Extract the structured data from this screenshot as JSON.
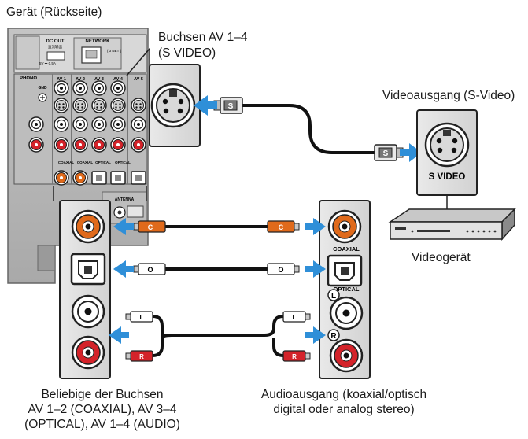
{
  "labels": {
    "device_rear": "Gerät (Rückseite)",
    "jacks_line1": "Buchsen AV 1–4",
    "jacks_line2": "(S VIDEO)",
    "video_out": "Videoausgang (S-Video)",
    "video_device": "Videogerät",
    "any_jacks_line1": "Beliebige der Buchsen",
    "any_jacks_line2": "AV 1–2 (COAXIAL), AV 3–4",
    "any_jacks_line3": "(OPTICAL), AV 1–4 (AUDIO)",
    "audio_out_line1": "Audioausgang (koaxial/optisch",
    "audio_out_line2": "digital oder analog stereo)"
  },
  "panel": {
    "dc_out": "DC OUT",
    "dc_out_sub": "直流输出",
    "dc_out_rating": "5V ⎓ 0.5A",
    "network": "NETWORK",
    "network_sub": "( 3 NET )",
    "phono": "PHONO",
    "gnd": "GND",
    "av1": "AV 1",
    "av2": "AV 2",
    "av3": "AV 3",
    "av4": "AV 4",
    "av5": "AV 5",
    "coaxial_1": "COAXIAL",
    "coaxial_2": "COAXIAL",
    "optical_3": "OPTICAL",
    "optical_4": "OPTICAL",
    "antenna": "ANTENNA"
  },
  "jack_labels": {
    "coaxial": "COAXIAL",
    "optical": "OPTICAL",
    "left": "L",
    "right": "R",
    "svideo": "S VIDEO"
  },
  "plugs": {
    "s": "S",
    "c": "C",
    "o": "O",
    "l": "L",
    "r": "R"
  },
  "colors": {
    "arrow": "#2f8fd8",
    "coax": "#e06a1b",
    "red": "#d4232a",
    "panel": "#b9b9b9"
  }
}
